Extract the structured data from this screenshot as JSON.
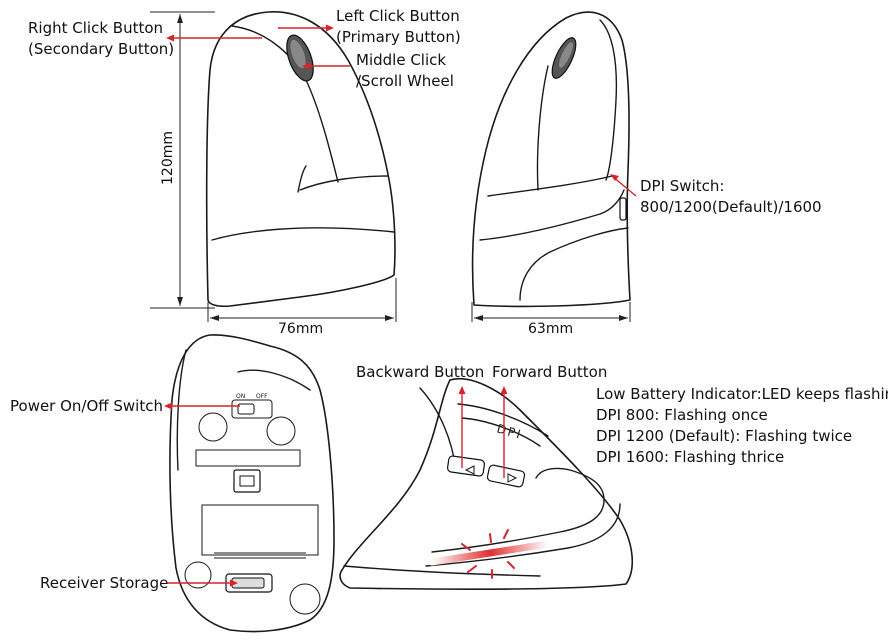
{
  "colors": {
    "accent_arrow": "#d8232a",
    "outline": "#1a1a1a",
    "background": "#ffffff"
  },
  "labels": {
    "right_click": [
      "Right Click Button",
      "(Secondary Button)"
    ],
    "left_click": [
      "Left Click Button",
      "(Primary Button)"
    ],
    "middle_click": [
      "Middle Click",
      "/Scroll Wheel"
    ],
    "dpi_switch": [
      "DPI Switch:",
      "800/1200(Default)/1600"
    ],
    "power_switch": "Power On/Off Switch",
    "receiver_storage": "Receiver Storage",
    "backward_button": "Backward Button",
    "forward_button": "Forward Button",
    "led_notes": [
      "Low Battery Indicator:LED keeps flashing",
      "DPI 800: Flashing once",
      "DPI 1200 (Default): Flashing twice",
      "DPI 1600: Flashing thrice"
    ]
  },
  "dimensions": {
    "height": "120mm",
    "width_front": "76mm",
    "width_side": "63mm"
  },
  "device_marks": {
    "dpi_text": "DPI",
    "on": "ON",
    "off": "OFF"
  }
}
